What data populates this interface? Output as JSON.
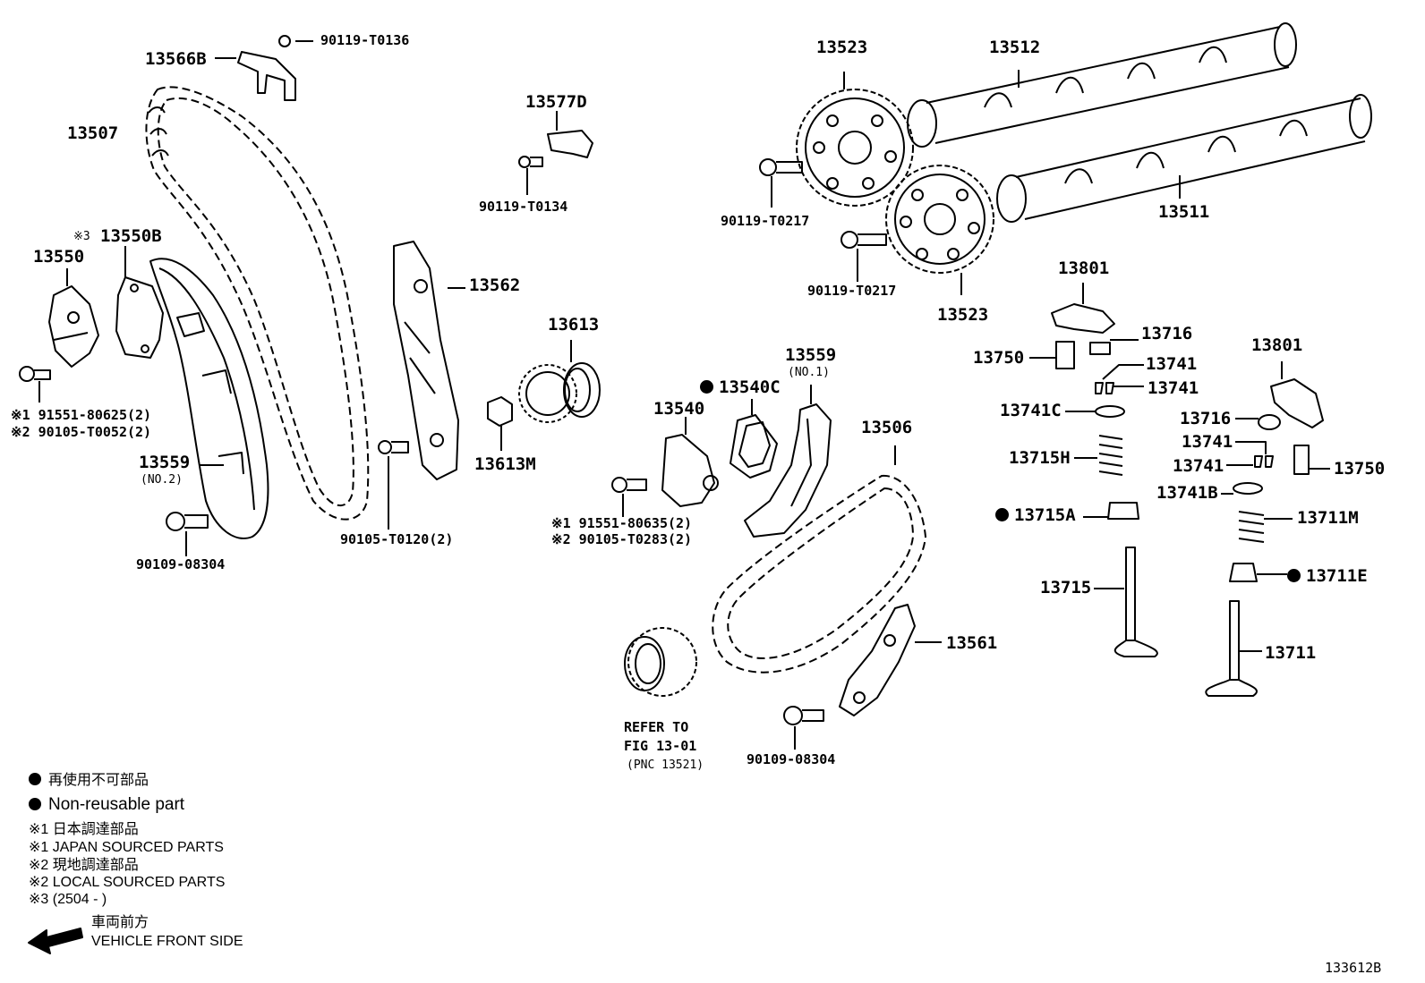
{
  "parts": {
    "p13566B": "13566B",
    "p90119_T0136": "90119-T0136",
    "p13507": "13507",
    "p13577D": "13577D",
    "p90119_T0134": "90119-T0134",
    "p13523_a": "13523",
    "p13512": "13512",
    "p90119_T0217_a": "90119-T0217",
    "p13511": "13511",
    "p90119_T0217_b": "90119-T0217",
    "p13523_b": "13523",
    "p13550B_mark": "※3",
    "p13550B": "13550B",
    "p13550": "13550",
    "p13562": "13562",
    "p13613": "13613",
    "p13613M": "13613M",
    "p13801_a": "13801",
    "p13716_a": "13716",
    "p13750_a": "13750",
    "p13741_a": "13741",
    "p13741_b": "13741",
    "p13741C": "13741C",
    "p13715H": "13715H",
    "p13801_b": "13801",
    "p13716_b": "13716",
    "p13741_c": "13741",
    "p13741_d": "13741",
    "p13750_b": "13750",
    "p13741B": "13741B",
    "p13715A": "13715A",
    "p13711M": "13711M",
    "p13711E": "13711E",
    "p13715": "13715",
    "p13711": "13711",
    "p13559_1": "13559",
    "p13559_1_sub": "(NO.1)",
    "p13540C": "13540C",
    "p13540": "13540",
    "p13506": "13506",
    "p13559_2": "13559",
    "p13559_2_sub": "(NO.2)",
    "p91551_80625": "※1 91551-80625(2)",
    "p90105_T0052": "※2 90105-T0052(2)",
    "p90109_08304_a": "90109-08304",
    "p90105_T0120": "90105-T0120(2)",
    "p91551_80635": "※1 91551-80635(2)",
    "p90105_T0283": "※2 90105-T0283(2)",
    "p13561": "13561",
    "p90109_08304_b": "90109-08304",
    "refer_1": "REFER TO",
    "refer_2": "FIG 13-01",
    "refer_3": "(PNC 13521)"
  },
  "legend": {
    "nonreusable_jp": "再使用不可部品",
    "nonreusable_en": "Non-reusable part",
    "m1_jp": "※1  日本調達部品",
    "m1_en": "※1  JAPAN SOURCED PARTS",
    "m2_jp": "※2  現地調達部品",
    "m2_en": "※2  LOCAL SOURCED PARTS",
    "m3": "※3 (2504  -        )",
    "front_jp": "車両前方",
    "front_en": "VEHICLE FRONT SIDE"
  },
  "figure_id": "133612B",
  "colors": {
    "ink": "#000000",
    "paper": "#ffffff"
  }
}
